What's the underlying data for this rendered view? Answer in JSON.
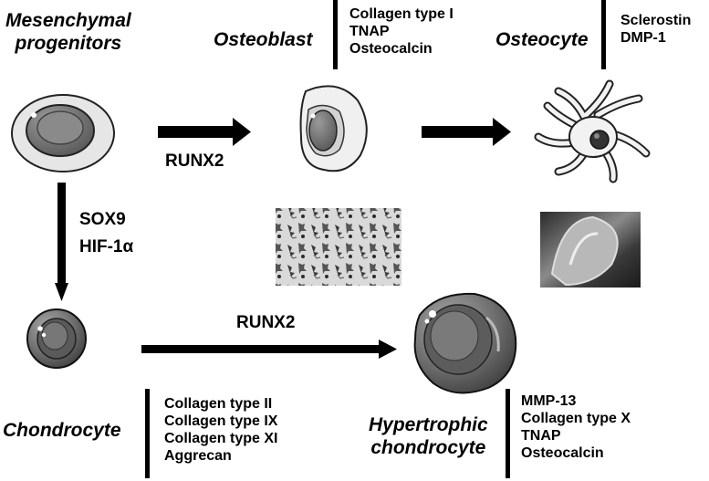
{
  "cells": {
    "progenitor": {
      "label_line1": "Mesenchymal",
      "label_line2": "progenitors"
    },
    "osteoblast": {
      "label": "Osteoblast",
      "markers": [
        "Collagen type  I",
        "TNAP",
        "Osteocalcin"
      ]
    },
    "osteocyte": {
      "label": "Osteocyte",
      "markers": [
        "Sclerostin",
        "DMP-1"
      ]
    },
    "chondrocyte": {
      "label": "Chondrocyte",
      "markers": [
        "Collagen type  II",
        "Collagen type IX",
        "Collagen type XI",
        "Aggrecan"
      ]
    },
    "hypertrophic": {
      "label_line1": "Hypertrophic",
      "label_line2": "chondrocyte",
      "markers": [
        "MMP-13",
        "Collagen type X",
        "TNAP",
        "Osteocalcin"
      ]
    }
  },
  "factors": {
    "to_osteoblast": "RUNX2",
    "to_chondrocyte": [
      "SOX9",
      "HIF-1α"
    ],
    "to_hypertrophic": "RUNX2"
  },
  "colors": {
    "arrow": "#000000",
    "cell_outer": "#e4e4e4",
    "nucleus": "#6f6f6f",
    "cell_dark": "#7a7a7a"
  }
}
